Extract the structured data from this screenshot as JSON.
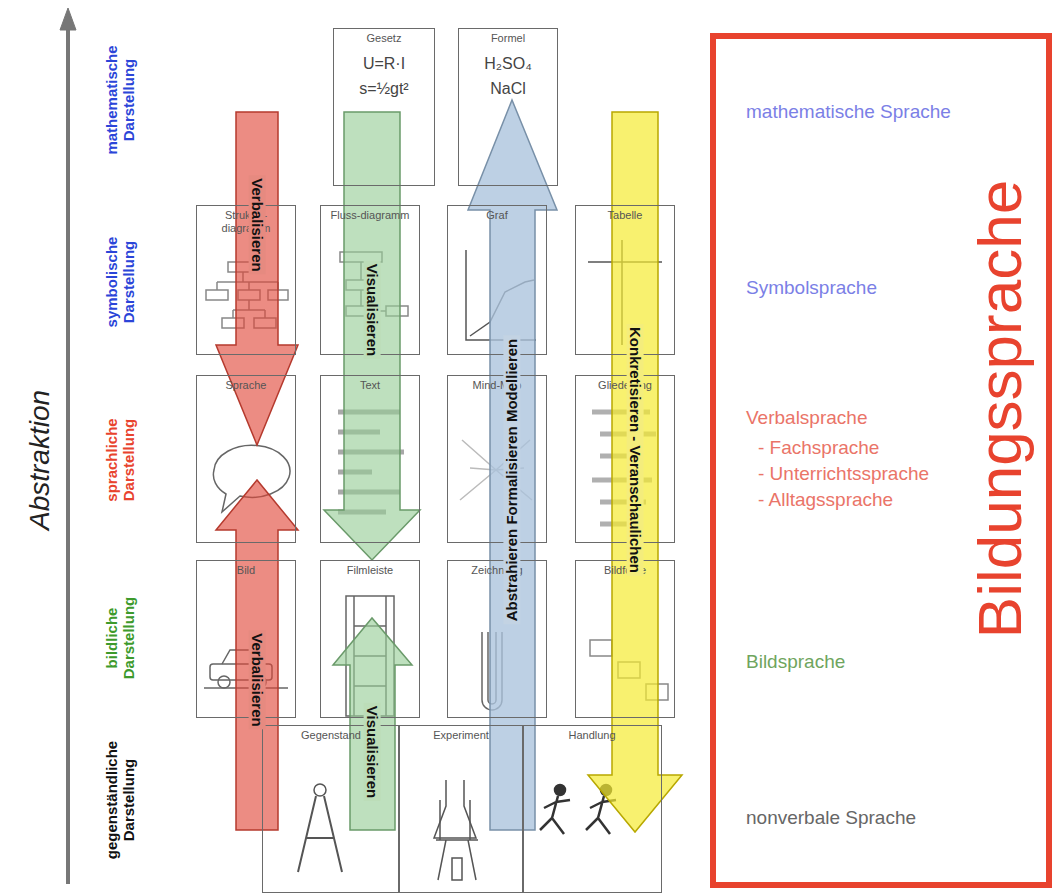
{
  "diagram": {
    "nodes": [
      {
        "text": [
          "Gesetz",
          "U=R·I",
          "s=½gt²"
        ]
      },
      {
        "text": [
          "Formel",
          "H₂SO₄",
          "NaCl"
        ]
      },
      {
        "text": [
          "Bildungssprache",
          "mathematische Sprache",
          "Symbolsprache",
          "Verbalsprache",
          "- Fachsprache",
          "- Unterrichtssprache",
          "- Alltagssprache",
          "Bildsprache",
          "nonverbale Sprache"
        ]
      },
      {
        "text": [
          "Struktur-diagramm"
        ]
      },
      {
        "text": [
          "Fluss-diagramm"
        ]
      },
      {
        "text": [
          "Graf"
        ]
      },
      {
        "text": [
          "Tabelle"
        ]
      },
      {
        "text": [
          "Sprache"
        ]
      },
      {
        "text": [
          "Text"
        ]
      },
      {
        "text": [
          "Mind-Map"
        ]
      },
      {
        "text": [
          "Gliederung"
        ]
      },
      {
        "text": [
          "Bild"
        ]
      },
      {
        "text": [
          "Filmleiste"
        ]
      },
      {
        "text": [
          "Zeichnung"
        ]
      },
      {
        "text": [
          "Bildfolge"
        ]
      },
      {
        "text": [
          "Gegenstand"
        ]
      },
      {
        "text": [
          "Experiment"
        ]
      },
      {
        "text": [
          "Handlung"
        ]
      }
    ],
    "labels": [
      "Abstraktion",
      "mathematische Darstellung",
      "symbolische Darstellung",
      "sprachliche Darstellung",
      "bildliche Darstellung",
      "gegenständliche Darstellung",
      "Verbalisieren",
      "Verbalisieren",
      "Visualisieren",
      "Visualisieren",
      "Abstrahieren Formalisieren Modellieren",
      "Konkretisieren - Veranschaulichen"
    ]
  }
}
